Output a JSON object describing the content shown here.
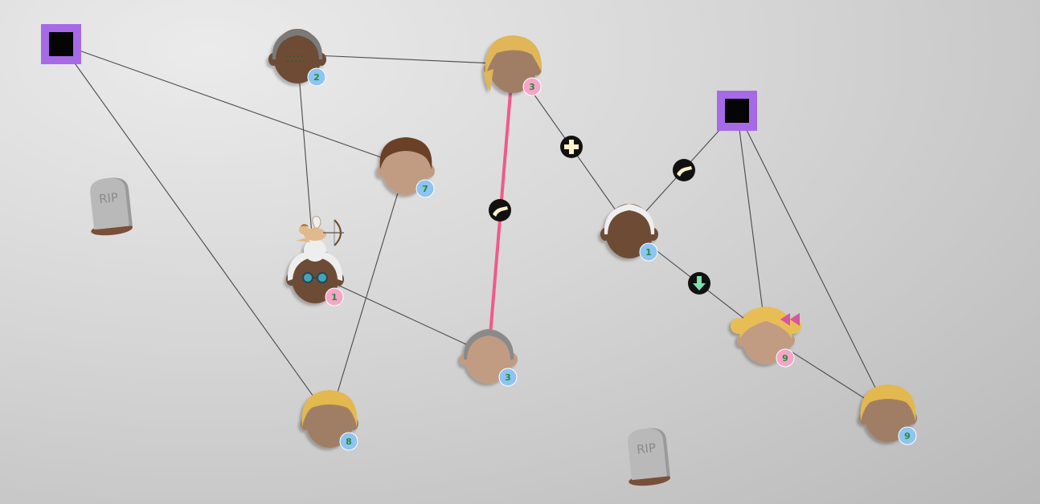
{
  "colors": {
    "link": "#4a4a4a",
    "highlight": "#ee5b8a",
    "badge_blue": "#8ec4f2",
    "badge_pink": "#f5a6c7",
    "badge_text": "#2a8a3a",
    "node_purple": "#a66ae6",
    "node_core": "#050505",
    "token_bg": "#111111",
    "token_fg": "#fff2c8",
    "token_arrow": "#7fe0b0",
    "stone": "#b9b9b9",
    "stone_dirt": "#7a4f3a"
  },
  "tombstone_label": "RIP",
  "tombstones": [
    {
      "id": "t1"
    },
    {
      "id": "t2"
    }
  ],
  "squares": [
    {
      "id": "sq1"
    },
    {
      "id": "sq2"
    }
  ],
  "villagers": [
    {
      "id": "v1",
      "badge": "2",
      "badge_color": "blue",
      "skin": "#6e4c36",
      "hair": "#7a7a7a",
      "style": "bald-gray",
      "extra": "stubble"
    },
    {
      "id": "v2",
      "badge": "3",
      "badge_color": "pink",
      "skin": "#a07e66",
      "hair": "#e0b659",
      "style": "long-blonde"
    },
    {
      "id": "v3",
      "badge": "7",
      "badge_color": "blue",
      "skin": "#c19c82",
      "hair": "#6a4128",
      "style": "short-brown"
    },
    {
      "id": "v4",
      "badge": "1",
      "badge_color": "pink",
      "skin": "#6e4c36",
      "hair": "#eeeeee",
      "style": "bun-white",
      "extra": "glasses"
    },
    {
      "id": "v5",
      "badge": "3",
      "badge_color": "blue",
      "skin": "#c19c82",
      "hair": "#8a8a8a",
      "style": "bald-gray"
    },
    {
      "id": "v6",
      "badge": "1",
      "badge_color": "blue",
      "skin": "#6e4c36",
      "hair": "#eeeeee",
      "style": "bald-white"
    },
    {
      "id": "v7",
      "badge": "9",
      "badge_color": "pink",
      "skin": "#c19c82",
      "hair": "#e8bd56",
      "style": "pigtails",
      "extra": "bows"
    },
    {
      "id": "v8",
      "badge": "8",
      "badge_color": "blue",
      "skin": "#a07e66",
      "hair": "#e3b84f",
      "style": "short-blonde"
    },
    {
      "id": "v9",
      "badge": "9",
      "badge_color": "blue",
      "skin": "#a07e66",
      "hair": "#e3b84f",
      "style": "short-blonde"
    }
  ],
  "links": [
    {
      "from": "sq1",
      "to": "v3"
    },
    {
      "from": "sq1",
      "to": "v8"
    },
    {
      "from": "v1",
      "to": "v2"
    },
    {
      "from": "v1",
      "to": "v4"
    },
    {
      "from": "v3",
      "to": "v8"
    },
    {
      "from": "v4",
      "to": "v5"
    },
    {
      "from": "v2",
      "to": "v5",
      "highlight": true
    },
    {
      "from": "v2",
      "to": "v6"
    },
    {
      "from": "v6",
      "to": "sq2"
    },
    {
      "from": "v6",
      "to": "v7"
    },
    {
      "from": "sq2",
      "to": "v7"
    },
    {
      "from": "sq2",
      "to": "v9"
    },
    {
      "from": "v7",
      "to": "v9"
    }
  ],
  "tokens": [
    {
      "id": "k1",
      "icon": "plus-icon",
      "link": "v2-v6"
    },
    {
      "id": "k2",
      "icon": "gun-icon",
      "link": "v2-v5"
    },
    {
      "id": "k3",
      "icon": "gun-icon",
      "link": "v6-sq2"
    },
    {
      "id": "k4",
      "icon": "arrow-down-icon",
      "link": "v6-v7"
    }
  ],
  "cupid": {
    "icon": "cupid-icon",
    "target": "v4"
  }
}
